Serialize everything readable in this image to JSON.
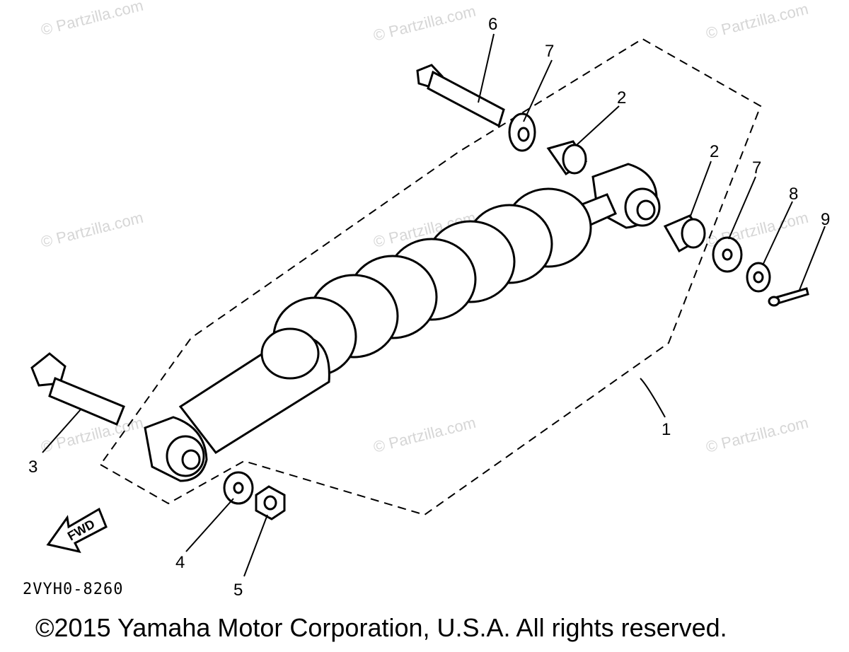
{
  "diagram": {
    "watermark_text": "© Partzilla.com",
    "part_code": "2VYH0-8260",
    "direction_label": "FWD",
    "copyright": "©2015 Yamaha Motor Corporation, U.S.A. All rights reserved.",
    "callouts": {
      "c1": "1",
      "c2a": "2",
      "c2b": "2",
      "c3": "3",
      "c4": "4",
      "c5": "5",
      "c6": "6",
      "c7a": "7",
      "c7b": "7",
      "c8": "8",
      "c9": "9"
    }
  }
}
